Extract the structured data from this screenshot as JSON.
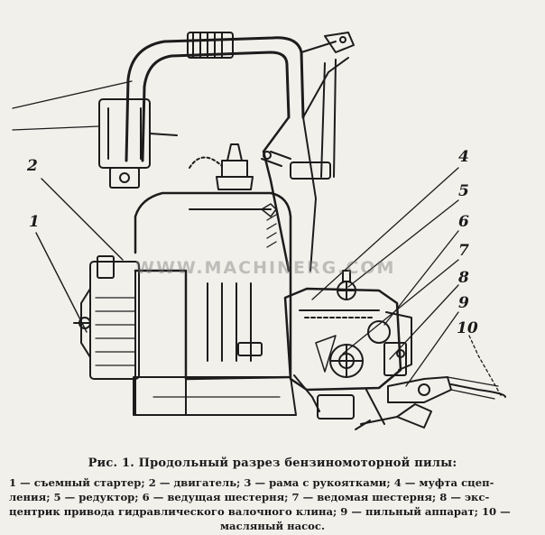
{
  "watermark": "WWW.MACHINERG.COM",
  "callouts": [
    {
      "id": "c1",
      "label": "1"
    },
    {
      "id": "c2",
      "label": "2"
    },
    {
      "id": "c4",
      "label": "4"
    },
    {
      "id": "c5",
      "label": "5"
    },
    {
      "id": "c6",
      "label": "6"
    },
    {
      "id": "c7",
      "label": "7"
    },
    {
      "id": "c8",
      "label": "8"
    },
    {
      "id": "c9",
      "label": "9"
    },
    {
      "id": "c10",
      "label": "10"
    }
  ],
  "caption": {
    "title": "Рис. 1. Продольный разрез бензиномоторной пилы:",
    "line1": "1 — съемный стартер; 2 — двигатель; 3 — рама с рукоятками; 4 — муфта сцеп-",
    "line2": "ления; 5 — редуктор; 6 — ведущая шестерня; 7 — ведомая шестерня; 8 — экс-",
    "line3": "центрик привода гидравлического валочного клина; 9 — пильный аппарат; 10 —",
    "line4": "масляный насос."
  }
}
